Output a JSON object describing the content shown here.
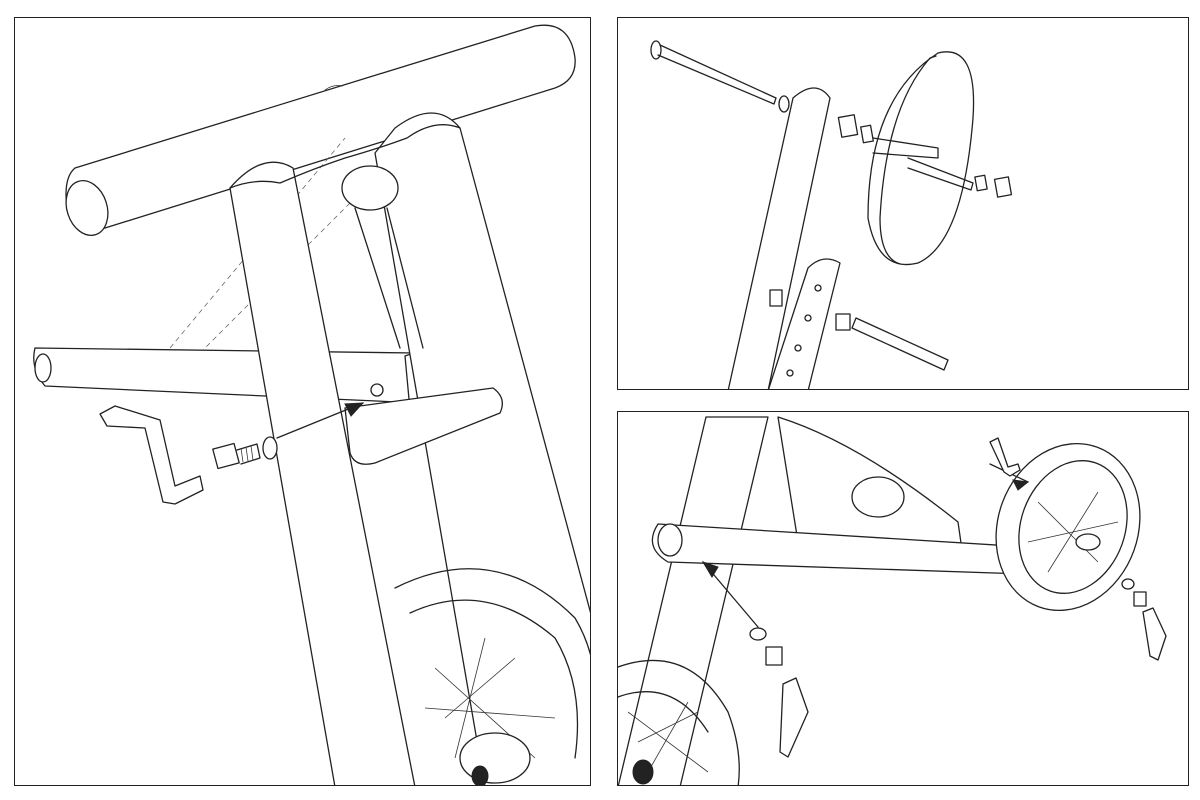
{
  "figure": {
    "panels": [
      {
        "id": "left",
        "subject": "handlebar-and-frame-bolt-assembly",
        "parts": [
          "handlebar-tube",
          "head-tube",
          "rear-crossbar",
          "hex-key",
          "socket-screw",
          "washer",
          "front-wheel"
        ]
      },
      {
        "id": "top-right",
        "subject": "front-wheel-axle-exploded",
        "parts": [
          "axle-rod",
          "washer",
          "fork-tube",
          "spacer",
          "wheel",
          "nut",
          "adjustable-fork",
          "pin"
        ]
      },
      {
        "id": "bottom-right",
        "subject": "rear-arm-and-wheel-bolting",
        "parts": [
          "frame",
          "rear-arm",
          "rear-wheel",
          "hex-key",
          "socket-screw",
          "washer",
          "nut"
        ]
      }
    ],
    "colors": {
      "line": "#222222",
      "background": "#ffffff"
    }
  }
}
